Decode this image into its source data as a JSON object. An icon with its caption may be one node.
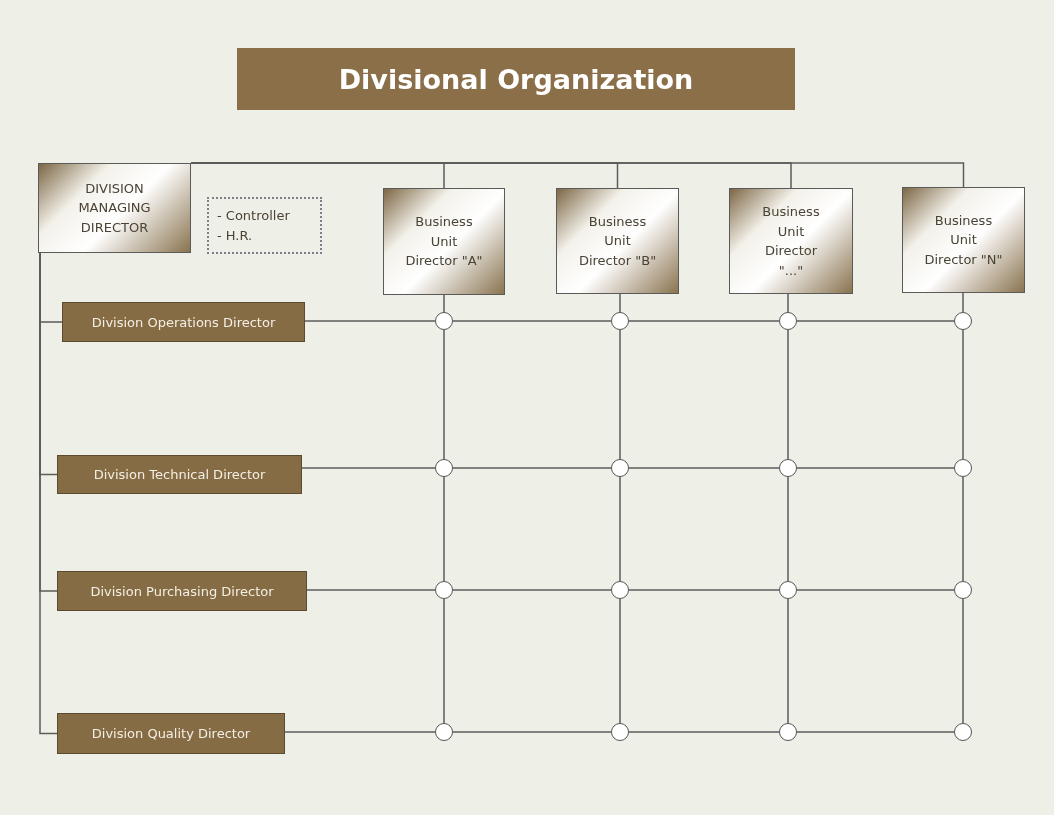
{
  "diagram": {
    "title": "Divisional Organization",
    "nodes": [
      {
        "text": [
          "DIVISION MANAGING DIRECTOR"
        ]
      },
      {
        "text": [
          "- Controller",
          "- H.R."
        ]
      },
      {
        "text": [
          "Business Unit Director \"A\""
        ]
      },
      {
        "text": [
          "Business Unit Director \"B\""
        ]
      },
      {
        "text": [
          "Business Unit Director \"...\""
        ]
      },
      {
        "text": [
          "Business Unit Director \"N\""
        ]
      },
      {
        "text": [
          "Division Operations Director"
        ]
      },
      {
        "text": [
          "Division Technical Director"
        ]
      },
      {
        "text": [
          "Division Purchasing Director"
        ]
      },
      {
        "text": [
          "Division Quality Director"
        ]
      },
      {
        "text": [],
        "shape": "circle"
      },
      {
        "text": [],
        "shape": "circle"
      },
      {
        "text": [],
        "shape": "circle"
      },
      {
        "text": [],
        "shape": "circle"
      },
      {
        "text": [],
        "shape": "circle"
      },
      {
        "text": [],
        "shape": "circle"
      },
      {
        "text": [],
        "shape": "circle"
      },
      {
        "text": [],
        "shape": "circle"
      },
      {
        "text": [],
        "shape": "circle"
      },
      {
        "text": [],
        "shape": "circle"
      },
      {
        "text": [],
        "shape": "circle"
      },
      {
        "text": [],
        "shape": "circle"
      },
      {
        "text": [],
        "shape": "circle"
      },
      {
        "text": [],
        "shape": "circle"
      },
      {
        "text": [],
        "shape": "circle"
      },
      {
        "text": [],
        "shape": "circle"
      }
    ],
    "edges": [
      {
        "from": 0,
        "to": 2,
        "arrow": "none"
      },
      {
        "from": 0,
        "to": 3,
        "arrow": "none"
      },
      {
        "from": 0,
        "to": 4,
        "arrow": "none"
      },
      {
        "from": 0,
        "to": 5,
        "arrow": "none"
      },
      {
        "from": 0,
        "to": 6,
        "arrow": "none"
      },
      {
        "from": 0,
        "to": 7,
        "arrow": "none"
      },
      {
        "from": 0,
        "to": 8,
        "arrow": "none"
      },
      {
        "from": 0,
        "to": 9,
        "arrow": "none"
      },
      {
        "from": 6,
        "to": 10,
        "arrow": "none"
      },
      {
        "from": 10,
        "to": 11,
        "arrow": "none"
      },
      {
        "from": 11,
        "to": 12,
        "arrow": "none"
      },
      {
        "from": 12,
        "to": 13,
        "arrow": "none"
      },
      {
        "from": 7,
        "to": 14,
        "arrow": "none"
      },
      {
        "from": 14,
        "to": 15,
        "arrow": "none"
      },
      {
        "from": 15,
        "to": 16,
        "arrow": "none"
      },
      {
        "from": 16,
        "to": 17,
        "arrow": "none"
      },
      {
        "from": 8,
        "to": 18,
        "arrow": "none"
      },
      {
        "from": 18,
        "to": 19,
        "arrow": "none"
      },
      {
        "from": 19,
        "to": 20,
        "arrow": "none"
      },
      {
        "from": 20,
        "to": 21,
        "arrow": "none"
      },
      {
        "from": 9,
        "to": 22,
        "arrow": "none"
      },
      {
        "from": 22,
        "to": 23,
        "arrow": "none"
      },
      {
        "from": 23,
        "to": 24,
        "arrow": "none"
      },
      {
        "from": 24,
        "to": 25,
        "arrow": "none"
      },
      {
        "from": 2,
        "to": 10,
        "arrow": "none"
      },
      {
        "from": 10,
        "to": 14,
        "arrow": "none"
      },
      {
        "from": 14,
        "to": 18,
        "arrow": "none"
      },
      {
        "from": 18,
        "to": 22,
        "arrow": "none"
      },
      {
        "from": 3,
        "to": 11,
        "arrow": "none"
      },
      {
        "from": 11,
        "to": 15,
        "arrow": "none"
      },
      {
        "from": 15,
        "to": 19,
        "arrow": "none"
      },
      {
        "from": 19,
        "to": 23,
        "arrow": "none"
      },
      {
        "from": 4,
        "to": 12,
        "arrow": "none"
      },
      {
        "from": 12,
        "to": 16,
        "arrow": "none"
      },
      {
        "from": 16,
        "to": 20,
        "arrow": "none"
      },
      {
        "from": 20,
        "to": 24,
        "arrow": "none"
      },
      {
        "from": 5,
        "to": 13,
        "arrow": "none"
      },
      {
        "from": 13,
        "to": 17,
        "arrow": "none"
      },
      {
        "from": 17,
        "to": 21,
        "arrow": "none"
      },
      {
        "from": 21,
        "to": 25,
        "arrow": "none"
      }
    ]
  }
}
